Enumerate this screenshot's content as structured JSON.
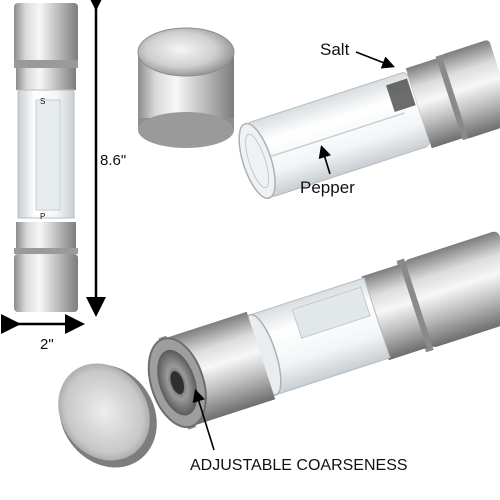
{
  "labels": {
    "height": "8.6\"",
    "width": "2\"",
    "salt": "Salt",
    "pepper": "Pepper",
    "adjustable": "ADJUSTABLE COARSENESS"
  },
  "mill_marks": {
    "salt_mark": "S",
    "pepper_mark": "P"
  },
  "colors": {
    "steel_light": "#f2f2f2",
    "steel_mid": "#bdbdbd",
    "steel_dark": "#7a7a7a",
    "glass": "#eef3f6",
    "arrow": "#000000"
  }
}
